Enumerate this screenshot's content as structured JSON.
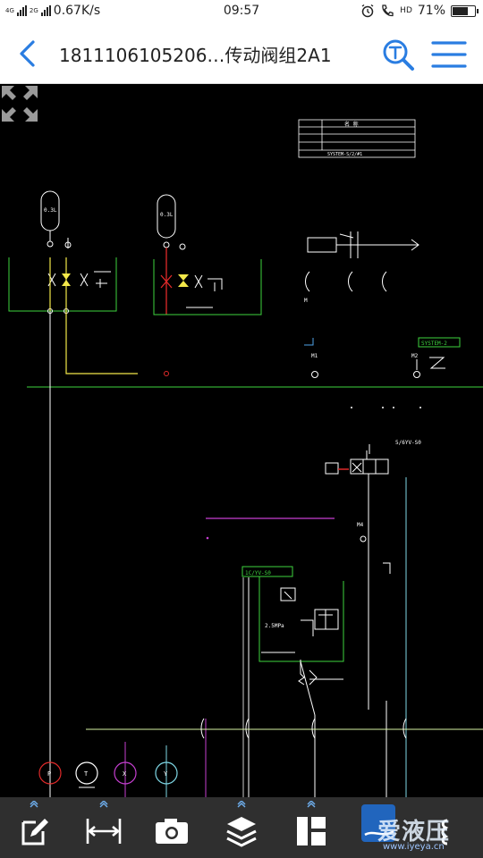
{
  "status_bar": {
    "network_tag_1": "4G",
    "network_tag_2": "2G",
    "speed": "0.67K/s",
    "time": "09:57",
    "hd": "HD",
    "battery_percent": "71%",
    "battery_level": 0.71
  },
  "header": {
    "title": "1811106105206…传动阀组2A1"
  },
  "drawing": {
    "labels": {
      "table_row1": "名 称",
      "table_row3": "SYSTEM-S/2/#1",
      "accumulator_1": "0.3L",
      "accumulator_2": "0.3L",
      "m_label": "M",
      "m1_label": "M1",
      "m2_label": "M2",
      "tag_green_right": "SYSTEM-2",
      "valve_tag": "5/6YV-S0",
      "m4_label": "M4",
      "pressure_tag": "2.5MPa",
      "green_box_tag": "1C/YV-S0",
      "gauge_p": "P",
      "gauge_t": "T",
      "gauge_x": "X",
      "gauge_y": "Y"
    }
  },
  "toolbar": {
    "tools": [
      {
        "name": "edit-tool",
        "icon": "pencil-icon"
      },
      {
        "name": "measure-tool",
        "icon": "measure-icon"
      },
      {
        "name": "camera-tool",
        "icon": "camera-icon"
      },
      {
        "name": "layers-tool",
        "icon": "layers-icon"
      },
      {
        "name": "layout-tool",
        "icon": "layout-icon"
      },
      {
        "name": "settings-tool",
        "icon": "more-icon"
      }
    ],
    "watermark_text": "爱液压",
    "watermark_url": "www.iyeya.cn"
  },
  "colors": {
    "accent": "#2a7de1",
    "green_line": "#3ed33e",
    "cyan_line": "#7fd8e6",
    "magenta_line": "#c63fd1",
    "red_line": "#e12a2a",
    "yellow_valve": "#f3e84a"
  }
}
